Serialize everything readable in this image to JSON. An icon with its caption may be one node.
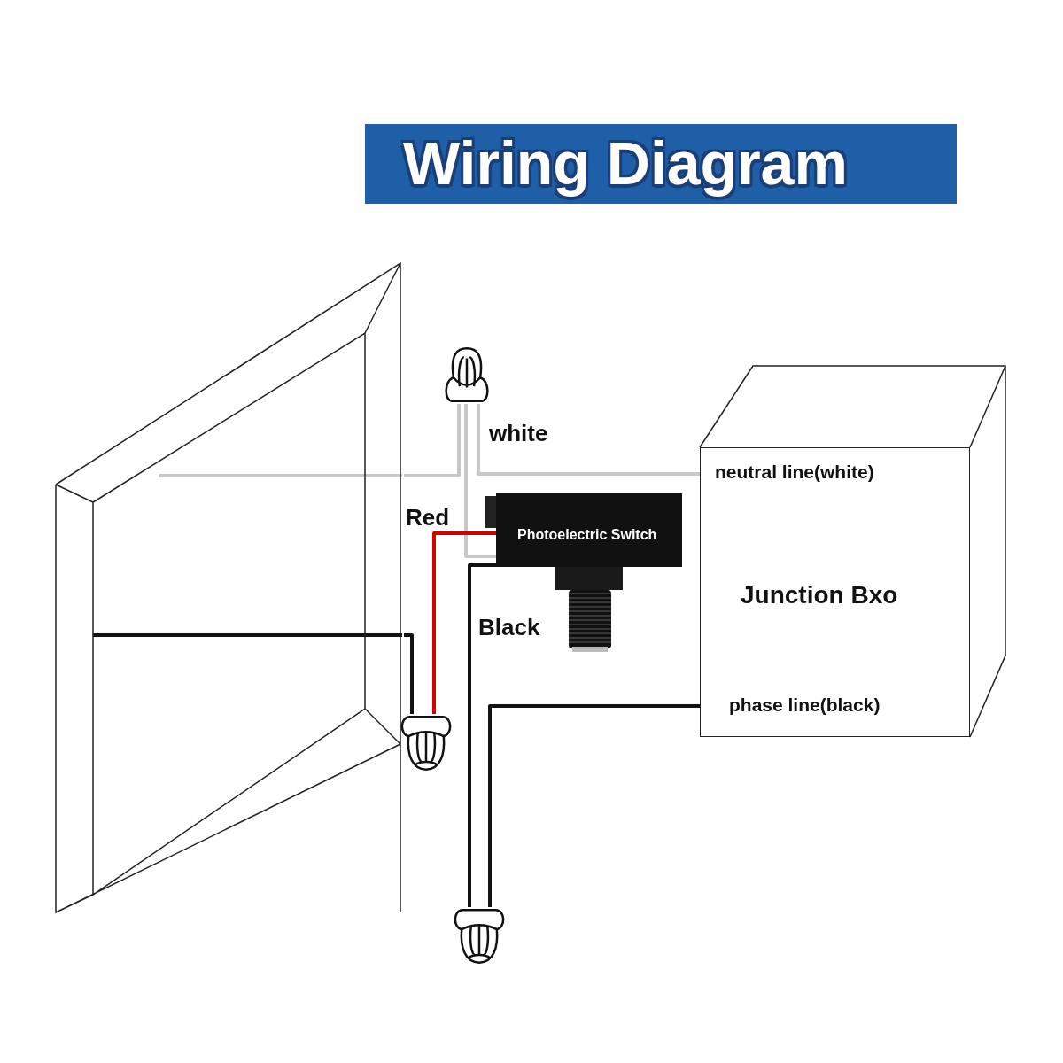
{
  "diagram": {
    "title": "Wiring Diagram",
    "nodes": [
      {
        "text": [],
        "shape": "picture"
      },
      {
        "text": [],
        "shape": "picture"
      },
      {
        "text": [
          "Junction Bxo"
        ]
      },
      {
        "text": [
          "Photoelectric Switch"
        ]
      },
      {
        "text": [],
        "shape": "picture"
      },
      {
        "text": [],
        "shape": "picture"
      }
    ],
    "edges": [
      {
        "from": 0,
        "to": 1,
        "arrow": "none",
        "color": "#c8c8c8"
      },
      {
        "from": 3,
        "to": 1,
        "arrow": "none",
        "label": "white",
        "color": "#c8c8c8"
      },
      {
        "from": 2,
        "to": 1,
        "arrow": "none",
        "label": "neutral line(white)",
        "color": "#c8c8c8"
      },
      {
        "from": 3,
        "to": 4,
        "arrow": "none",
        "label": "Red",
        "color": "#d40000"
      },
      {
        "from": 0,
        "to": 4,
        "arrow": "none",
        "color": "#111111"
      },
      {
        "from": 3,
        "to": 5,
        "arrow": "none",
        "label": "Black",
        "color": "#111111"
      },
      {
        "from": 2,
        "to": 5,
        "arrow": "none",
        "label": "phase line(black)",
        "color": "#111111"
      }
    ]
  }
}
